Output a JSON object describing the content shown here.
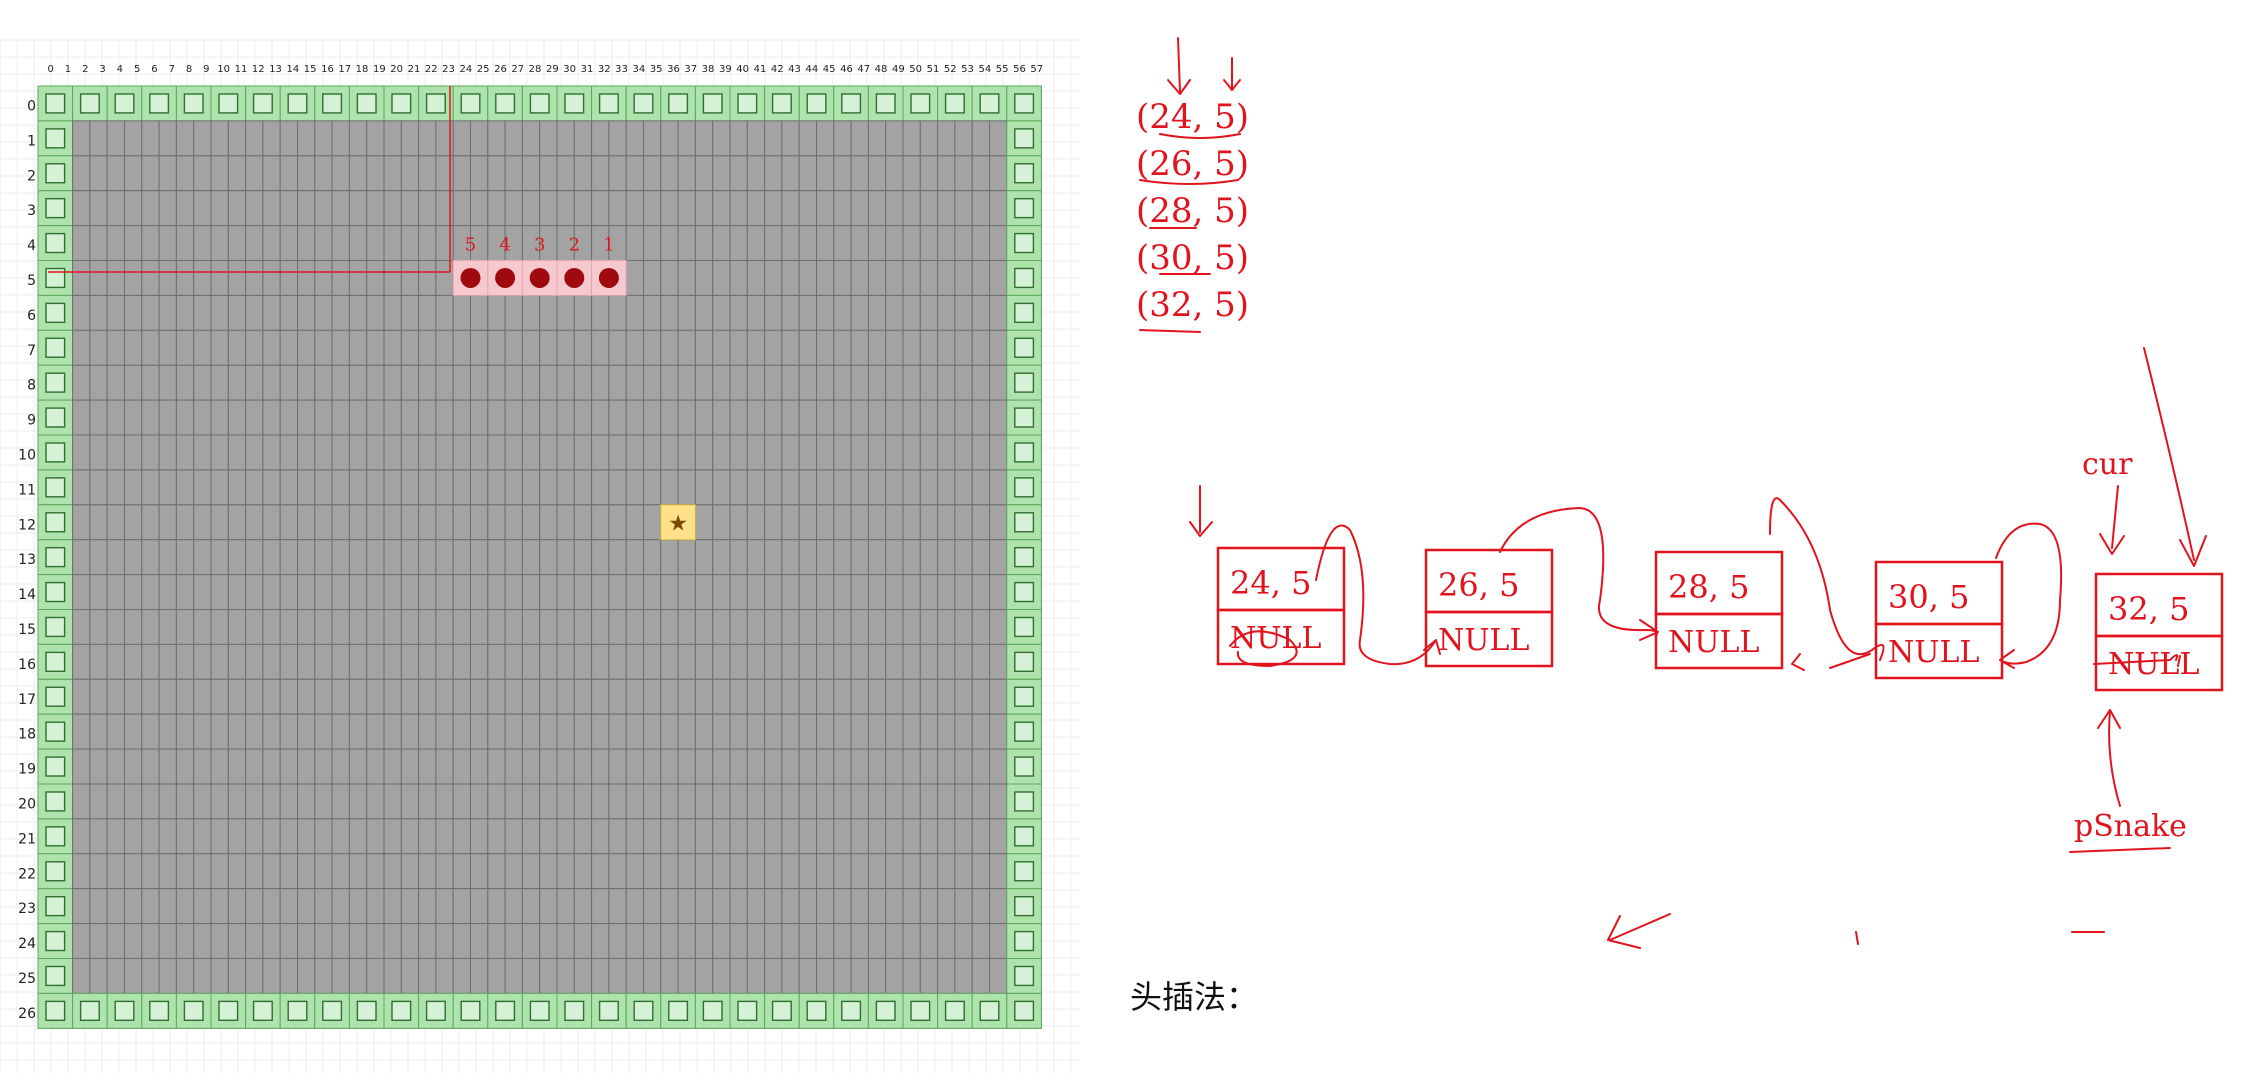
{
  "grid": {
    "cols": 29,
    "rows": 27,
    "col_labels": [
      "0",
      "1",
      "2",
      "3",
      "4",
      "5",
      "6",
      "7",
      "8",
      "9",
      "10",
      "11",
      "12",
      "13",
      "14",
      "15",
      "16",
      "17",
      "18",
      "19",
      "20",
      "21",
      "22",
      "23",
      "24",
      "25",
      "26",
      "27",
      "28",
      "29",
      "30",
      "31",
      "32",
      "33",
      "34",
      "35",
      "36",
      "37",
      "38",
      "39",
      "40",
      "41",
      "42",
      "43",
      "44",
      "45",
      "46",
      "47",
      "48",
      "49",
      "50",
      "51",
      "52",
      "53",
      "54",
      "55",
      "56",
      "57"
    ],
    "row_labels": [
      "0",
      "1",
      "2",
      "3",
      "4",
      "5",
      "6",
      "7",
      "8",
      "9",
      "10",
      "11",
      "12",
      "13",
      "14",
      "15",
      "16",
      "17",
      "18",
      "19",
      "20",
      "21",
      "22",
      "23",
      "24",
      "25",
      "26"
    ],
    "snake_cells": [
      12,
      13,
      14,
      15,
      16
    ],
    "snake_row": 5,
    "snake_order_marks": [
      "5",
      "4",
      "3",
      "2",
      "1"
    ],
    "food": {
      "col": 18,
      "row": 12,
      "symbol": "★"
    },
    "colors": {
      "wall": "#aee3ae",
      "floor": "#a3a3a3",
      "snake": "#f6c9cf",
      "snake_dot": "#9e0a0f",
      "food": "#ffe18a",
      "marker": "#e1141e"
    }
  },
  "coords_list": [
    "(24, 5)",
    "(26, 5)",
    "(28, 5)",
    "(30, 5)",
    "(32, 5)"
  ],
  "nodes": [
    {
      "coord": "24, 5",
      "next": "NULL"
    },
    {
      "coord": "26, 5",
      "next": "NULL"
    },
    {
      "coord": "28, 5",
      "next": "NULL"
    },
    {
      "coord": "30, 5",
      "next": "NULL"
    },
    {
      "coord": "32, 5",
      "next": "NULL"
    }
  ],
  "labels": {
    "cur": "cur",
    "psnake": "pSnake",
    "method": "头插法："
  }
}
